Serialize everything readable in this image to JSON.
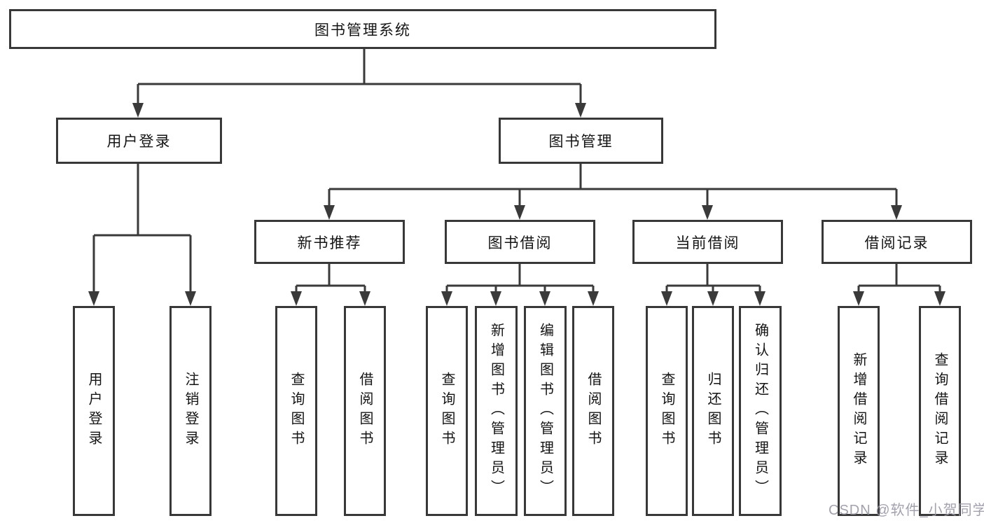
{
  "tree": {
    "root": {
      "label": "图书管理系统",
      "children": [
        {
          "label": "用户登录",
          "children": [
            {
              "label": "用户登录"
            },
            {
              "label": "注销登录"
            }
          ]
        },
        {
          "label": "图书管理",
          "children": [
            {
              "label": "新书推荐",
              "children": [
                {
                  "label": "查询图书"
                },
                {
                  "label": "借阅图书"
                }
              ]
            },
            {
              "label": "图书借阅",
              "children": [
                {
                  "label": "查询图书"
                },
                {
                  "label": "新增图书（管理员）"
                },
                {
                  "label": "编辑图书（管理员）"
                },
                {
                  "label": "借阅图书"
                }
              ]
            },
            {
              "label": "当前借阅",
              "children": [
                {
                  "label": "查询图书"
                },
                {
                  "label": "归还图书"
                },
                {
                  "label": "确认归还（管理员）"
                }
              ]
            },
            {
              "label": "借阅记录",
              "children": [
                {
                  "label": "新增借阅记录"
                },
                {
                  "label": "查询借阅记录"
                }
              ]
            }
          ]
        }
      ]
    }
  },
  "watermark": "CSDN @软件_小贺同学",
  "colors": {
    "box_border": "#383838",
    "connector_line": "#3a3a3a",
    "text": "#141414",
    "watermark_text": "#9898a5",
    "background": "#ffffff"
  }
}
